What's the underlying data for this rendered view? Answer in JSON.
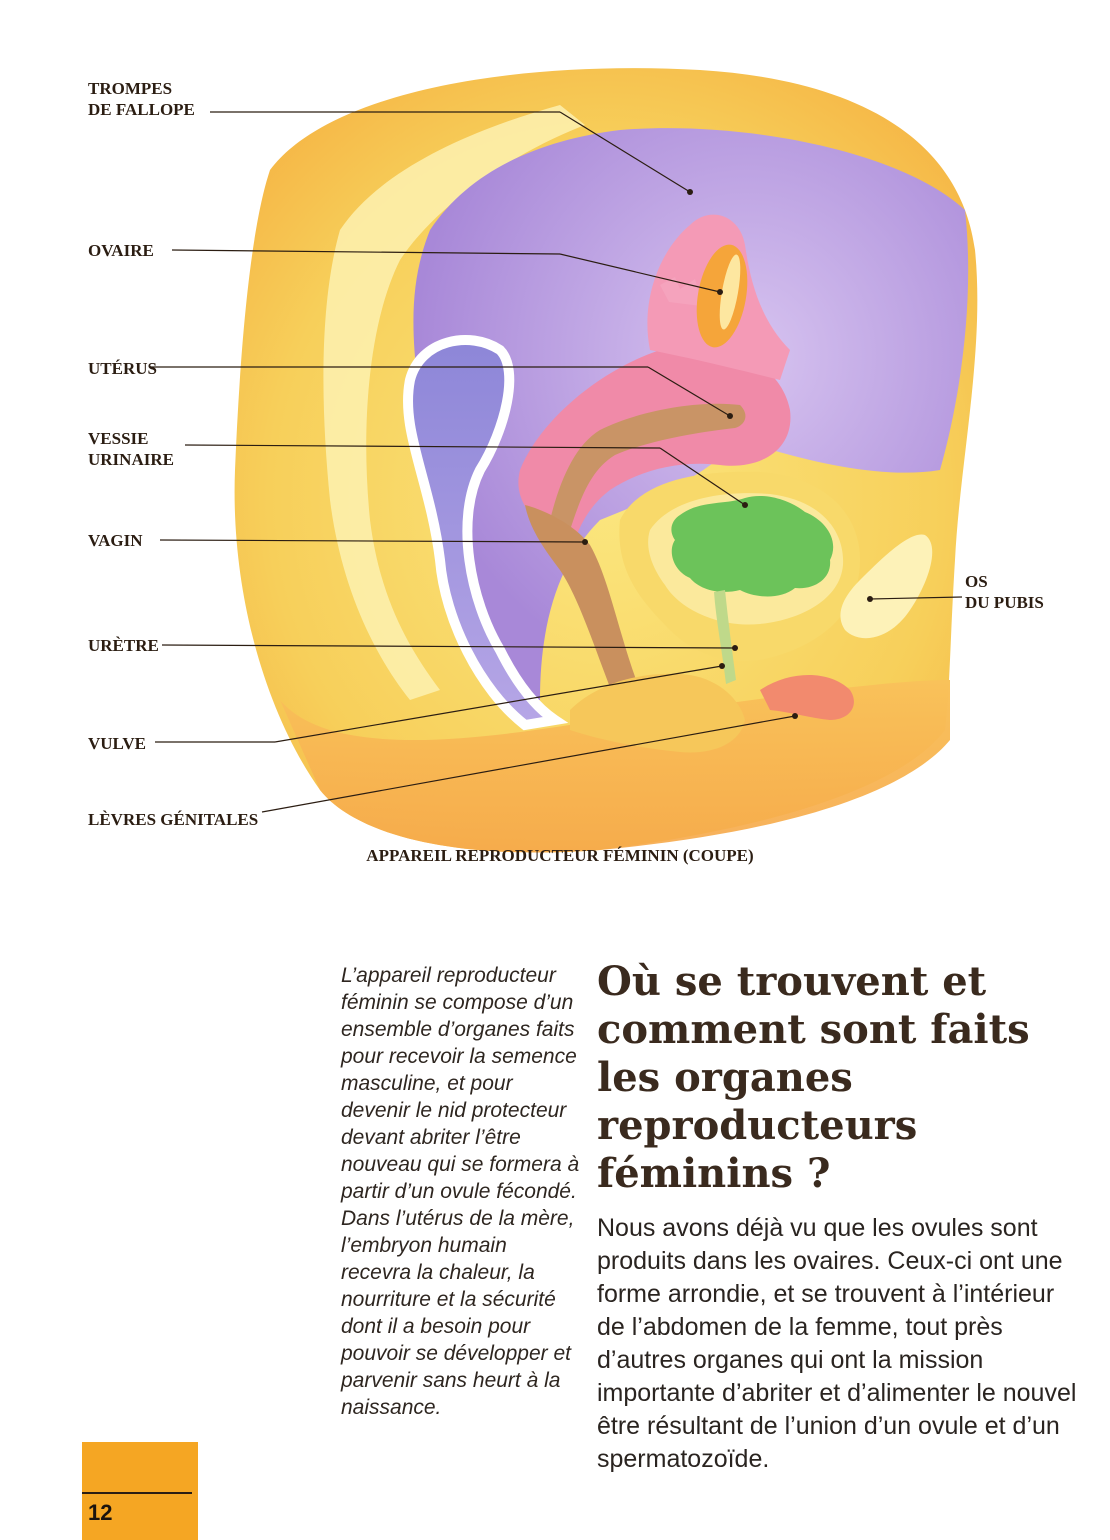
{
  "illustration": {
    "labels": {
      "fallopian": "TROMPES\nDE FALLOPE",
      "ovary": "OVAIRE",
      "uterus": "UTÉRUS",
      "bladder": "VESSIE\nURINAIRE",
      "vagina": "VAGIN",
      "urethra": "URÈTRE",
      "vulva": "VULVE",
      "labia": "LÈVRES GÉNITALES",
      "pubis": "OS\nDU PUBIS"
    },
    "caption": "APPAREIL REPRODUCTEUR FÉMININ (COUPE)"
  },
  "sidenote": "L’appareil reproducteur féminin se compose d’un ensemble d’organes faits pour recevoir la semence masculine, et pour devenir le nid protecteur devant abriter l’être nouveau qui se formera à partir d’un ovule fécondé. Dans l’utérus de la mère, l’embryon humain recevra la chaleur, la nourriture et la sécurité dont il a besoin pour pouvoir se développer et parvenir sans heurt à la naissance.",
  "heading": "Où se trouvent et comment sont faits les organes reproducteurs féminins ?",
  "body": "Nous avons déjà vu que les ovules sont produits dans les ovaires. Ceux-ci ont une forme arrondie, et se trouvent à l’intérieur de l’abdomen de la femme, tout près d’autres organes qui ont la mission importante d’abriter et d’alimenter le nouvel être résultant de l’union d’un ovule et d’un spermatozoïde.",
  "page_number": "12",
  "colors": {
    "accent_tab": "#f5a623",
    "body_outer": "#f7d56b",
    "uterus": "#f08aa8",
    "bladder": "#6cc35a",
    "cavity": "#b99be0"
  }
}
